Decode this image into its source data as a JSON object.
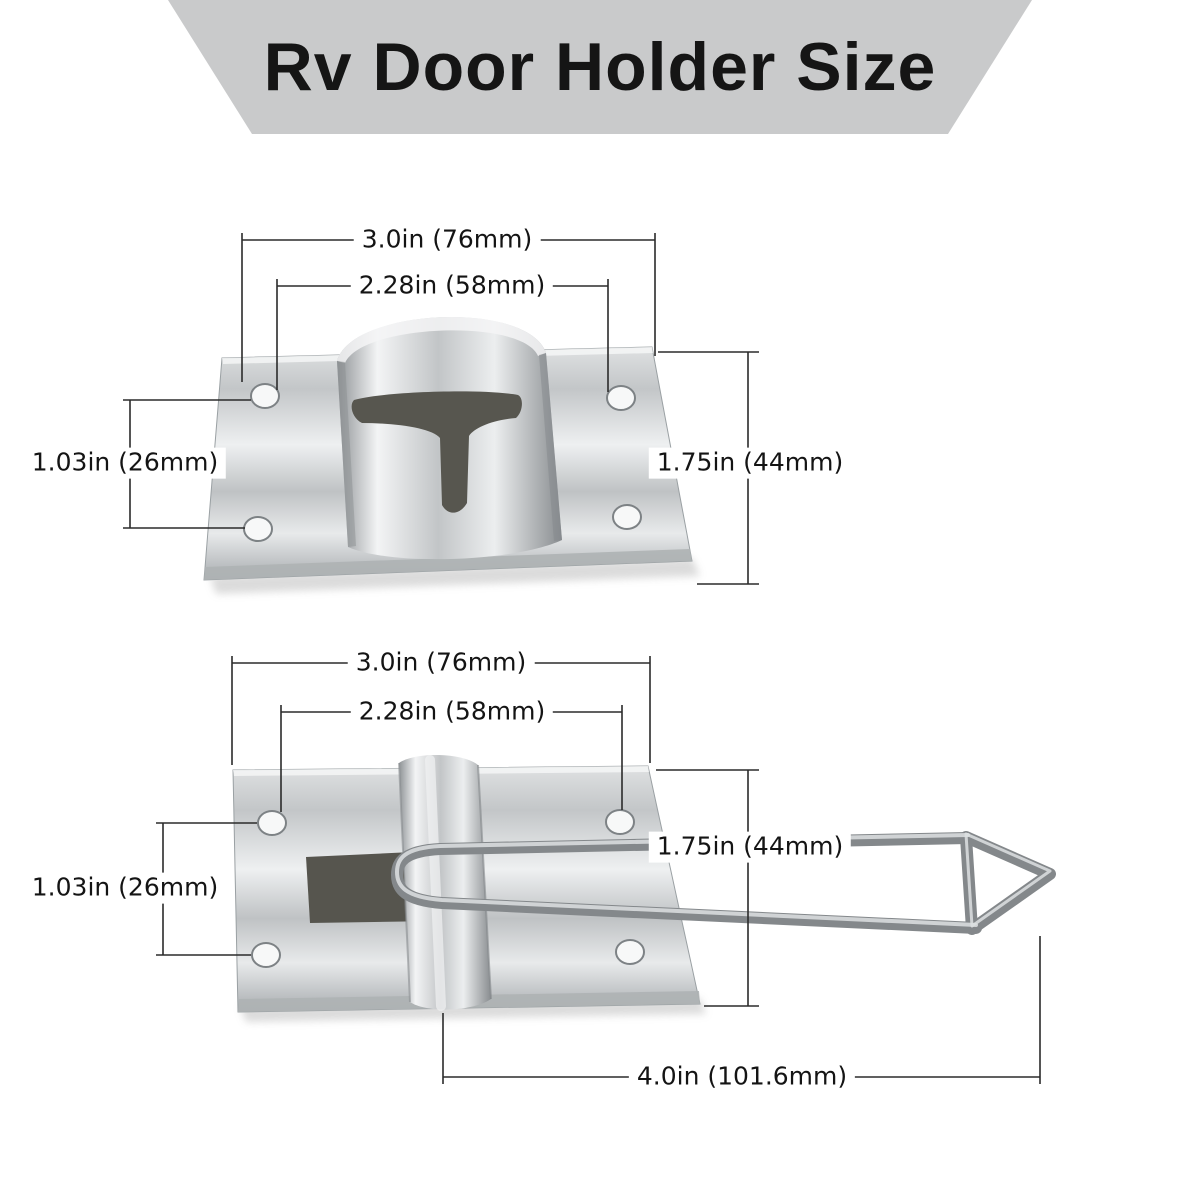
{
  "title": "Rv Door Holder Size",
  "colors": {
    "banner": "#c9cacb",
    "title_text": "#151515",
    "dimension_lines": "#2b2b2b",
    "steel_light": "#eef0f1",
    "steel_dark": "#8f9396"
  },
  "top_diagram": {
    "dim_outer_width": "3.0in (76mm)",
    "dim_inner_width": "2.28in (58mm)",
    "dim_hole_spacing": "1.03in (26mm)",
    "dim_height": "1.75in (44mm)"
  },
  "bottom_diagram": {
    "dim_outer_width": "3.0in (76mm)",
    "dim_inner_width": "2.28in (58mm)",
    "dim_hole_spacing": "1.03in (26mm)",
    "dim_height": "1.75in (44mm)",
    "dim_hook_length": "4.0in (101.6mm)"
  }
}
